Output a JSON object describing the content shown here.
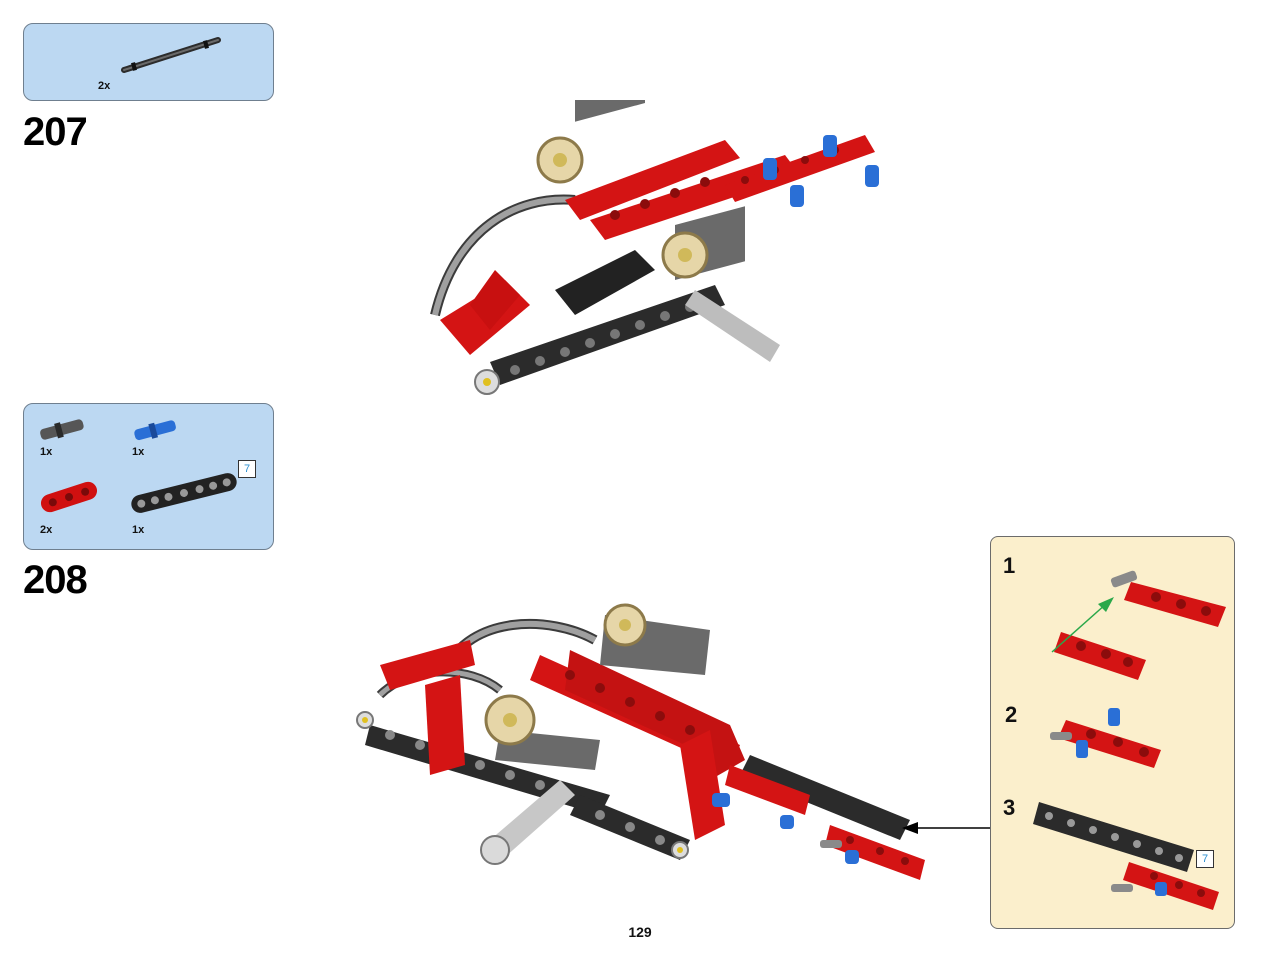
{
  "page_number": "129",
  "steps": [
    {
      "number": "207",
      "parts": [
        {
          "name": "axle-with-stop",
          "quantity": "2x",
          "color": "#3a3a3a"
        }
      ]
    },
    {
      "number": "208",
      "parts": [
        {
          "name": "friction-axle-pin",
          "quantity": "1x",
          "color": "#555555"
        },
        {
          "name": "axle-pin",
          "quantity": "1x",
          "color": "#2a6fd6"
        },
        {
          "name": "red-beam-3",
          "quantity": "2x",
          "color": "#d01010"
        },
        {
          "name": "black-beam-7",
          "quantity": "1x",
          "color": "#222222",
          "length": "7"
        }
      ],
      "substeps": [
        {
          "number": "1"
        },
        {
          "number": "2"
        },
        {
          "number": "3",
          "length": "7"
        }
      ]
    }
  ],
  "colors": {
    "red": "#d41414",
    "black": "#2a2a2a",
    "gray": "#9a9a9a",
    "blue": "#2a6fd6",
    "tan": "#e6d6a8",
    "parts_box": "#bcd8f2",
    "substep_box": "#fbefcc"
  }
}
